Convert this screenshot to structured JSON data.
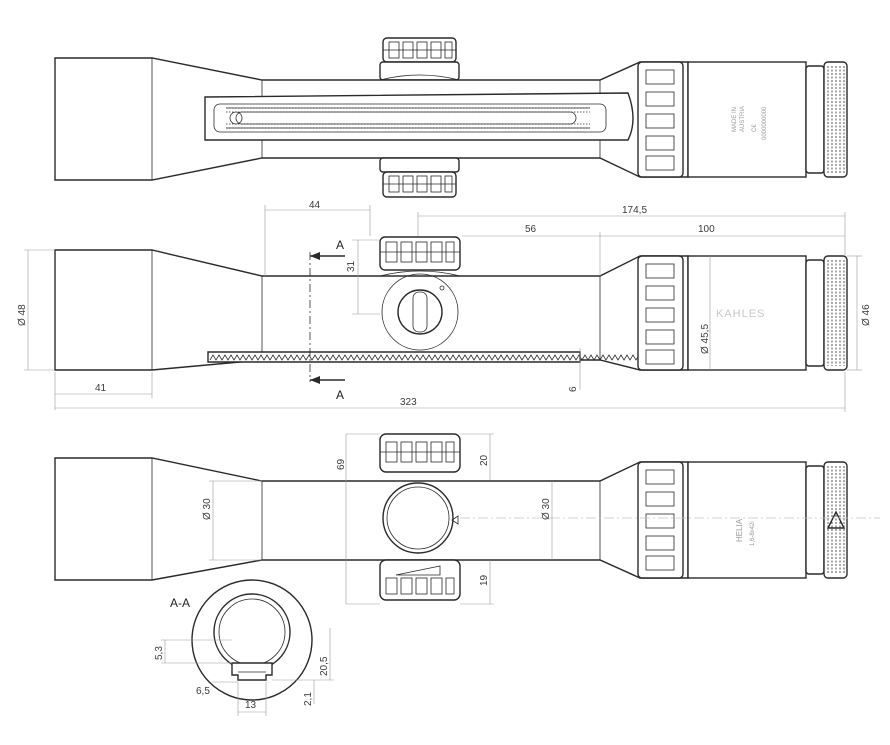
{
  "dimensions": {
    "d44": "44",
    "d174_5": "174,5",
    "d56": "56",
    "d100": "100",
    "d31": "31",
    "d48": "Ø 48",
    "d46": "Ø 46",
    "d45_5": "Ø 45,5",
    "d41": "41",
    "d323": "323",
    "d6": "6",
    "d69": "69",
    "d20": "20",
    "d30a": "Ø 30",
    "d30b": "Ø 30",
    "d19": "19",
    "d5_3": "5,3",
    "d20_5": "20,5",
    "d6_5": "6,5",
    "d2_1": "2,1",
    "d13": "13"
  },
  "section_marker": {
    "top": "A",
    "bottom": "A"
  },
  "section_view_label": "A-A",
  "eyepiece_markings": {
    "top": [
      "MADE IN",
      "AUSTRIA",
      "C€",
      "0000000000"
    ],
    "bottom": [
      "HELIA",
      "1,6-8x42i"
    ]
  },
  "brand_text": "KAHLES",
  "colors": {
    "outline": "#2a2a2a",
    "dimension": "#9a9a9a",
    "centerline": "#b9c6d8"
  }
}
